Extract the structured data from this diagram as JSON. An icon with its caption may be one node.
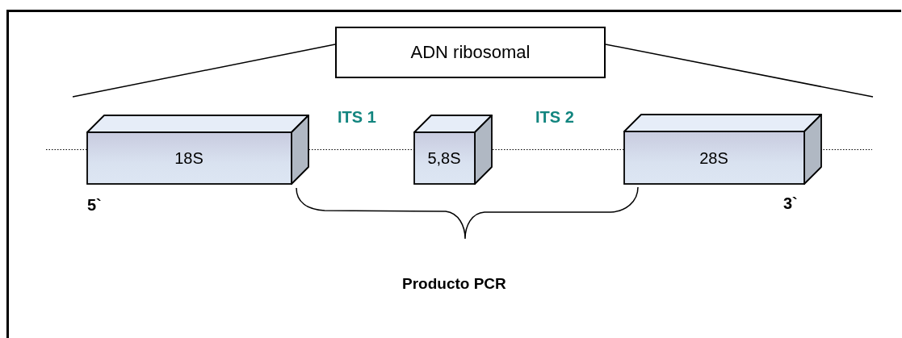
{
  "diagram": {
    "nodes": [
      {
        "text": [
          "ADN ribosomal"
        ]
      },
      {
        "text": [
          "18S"
        ]
      },
      {
        "text": [
          "5,8S"
        ]
      },
      {
        "text": [
          "28S"
        ]
      }
    ],
    "labels": [
      "ITS 1",
      "ITS 2",
      "5`",
      "3`",
      "Producto PCR"
    ]
  }
}
